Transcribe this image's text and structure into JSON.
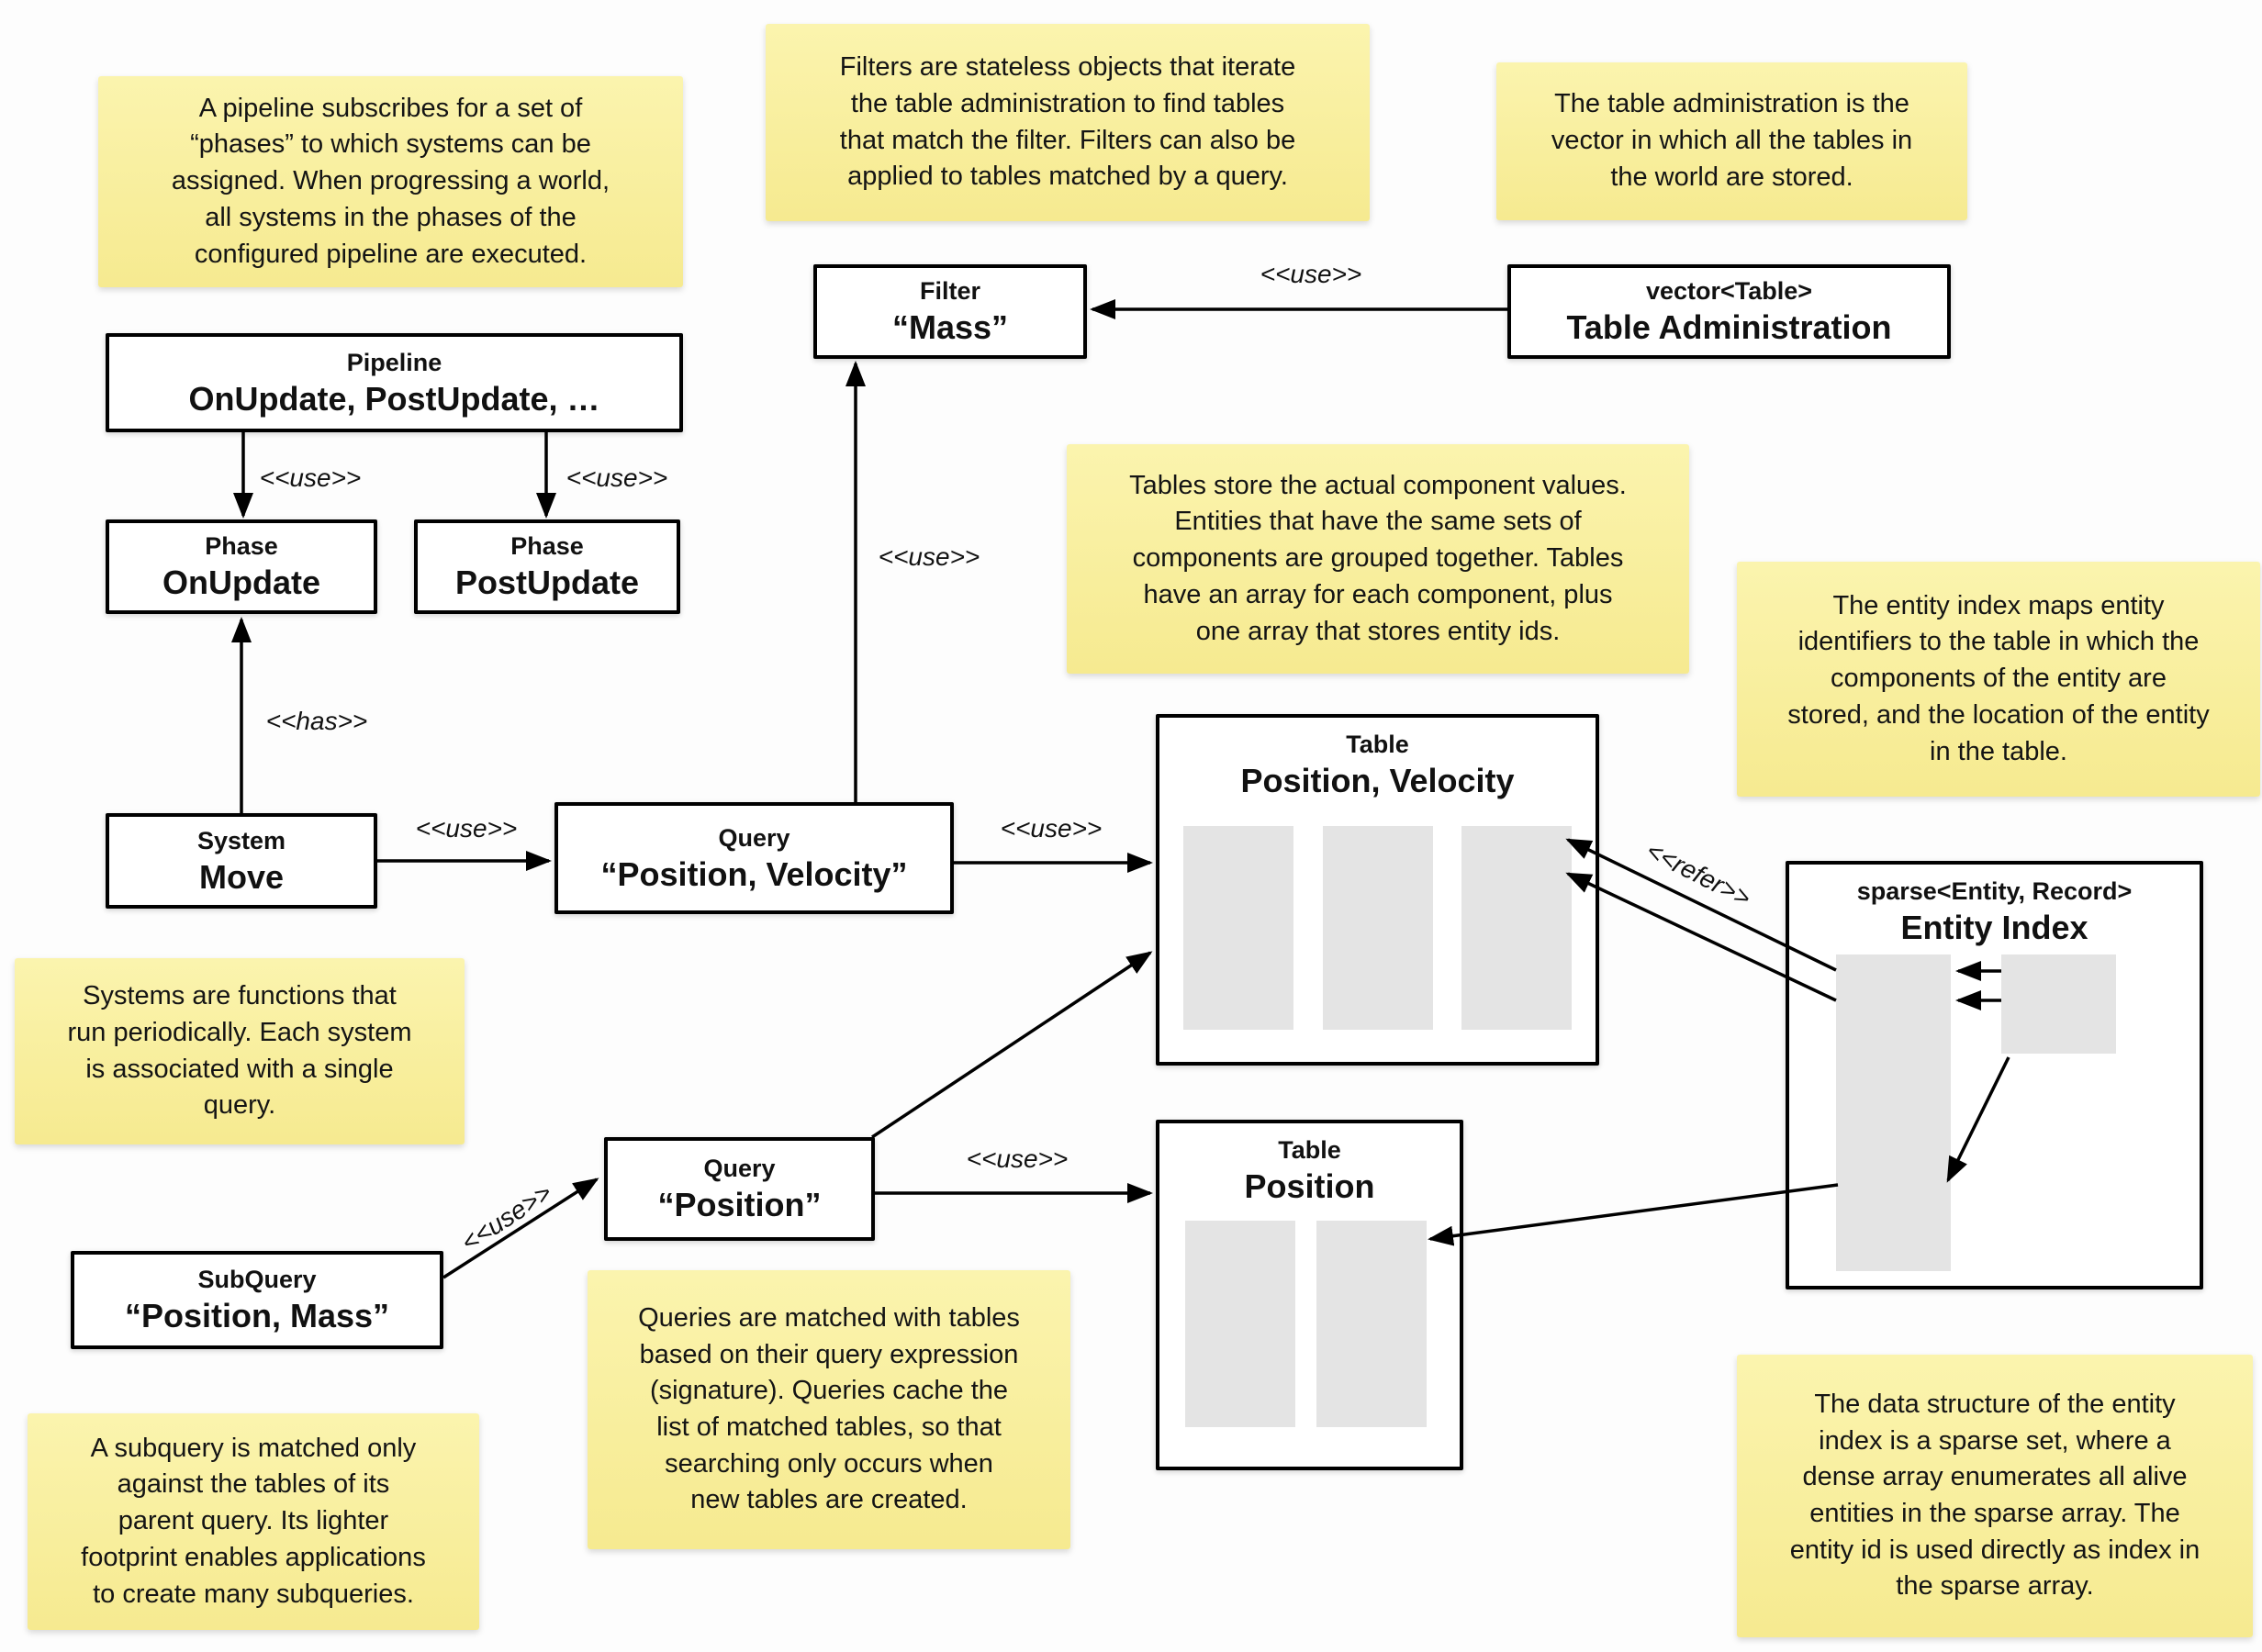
{
  "diagram": {
    "edge_label_use": "<<use>>",
    "edge_label_has": "<<has>>",
    "edge_label_refer": "<<refer>>",
    "notes": {
      "pipeline": "A pipeline subscribes for a set of\n“phases” to which systems can be\nassigned. When progressing a world,\nall systems in the phases of the\nconfigured pipeline are executed.",
      "filters": "Filters are stateless objects that iterate\nthe table administration to find tables\nthat match the filter. Filters can also be\napplied to tables matched by a query.",
      "table_administration": "The table administration is the\nvector in which all the tables in\nthe world are stored.",
      "tables": "Tables store the actual component values.\nEntities that have the same sets of\ncomponents are grouped together. Tables\nhave an array for each component, plus\none array that stores entity ids.",
      "entity_index": "The entity index maps entity\nidentifiers to the table in which the\ncomponents of the entity are\nstored, and the location of the entity\nin the table.",
      "systems": "Systems are functions that\nrun periodically. Each system\nis associated with a single\nquery.",
      "queries": "Queries are matched with tables\nbased on their query expression\n(signature). Queries cache the\nlist of matched tables, so that\nsearching only occurs when\nnew tables are created.",
      "subquery": "A subquery is matched only\nagainst the tables of its\nparent query. Its lighter\nfootprint enables applications\nto create many subqueries.",
      "sparse_set": "The data structure of the entity\nindex is a sparse set, where a\ndense array enumerates all alive\nentities in the sparse array. The\nentity id is used directly as index in\nthe sparse array."
    },
    "boxes": {
      "pipeline": {
        "title": "Pipeline",
        "value": "OnUpdate, PostUpdate, …"
      },
      "phase_onupdate": {
        "title": "Phase",
        "value": "OnUpdate"
      },
      "phase_postupdate": {
        "title": "Phase",
        "value": "PostUpdate"
      },
      "system_move": {
        "title": "System",
        "value": "Move"
      },
      "query_position_velocity": {
        "title": "Query",
        "value": "“Position, Velocity”"
      },
      "query_position": {
        "title": "Query",
        "value": "“Position”"
      },
      "subquery_position_mass": {
        "title": "SubQuery",
        "value": "“Position, Mass”"
      },
      "filter_mass": {
        "title": "Filter",
        "value": "“Mass”"
      },
      "table_administration": {
        "title": "vector<Table>",
        "value": "Table Administration"
      },
      "table_position_velocity": {
        "title": "Table",
        "value": "Position, Velocity"
      },
      "table_position": {
        "title": "Table",
        "value": "Position"
      },
      "entity_index": {
        "title": "sparse<Entity, Record>",
        "value": "Entity Index"
      }
    }
  }
}
